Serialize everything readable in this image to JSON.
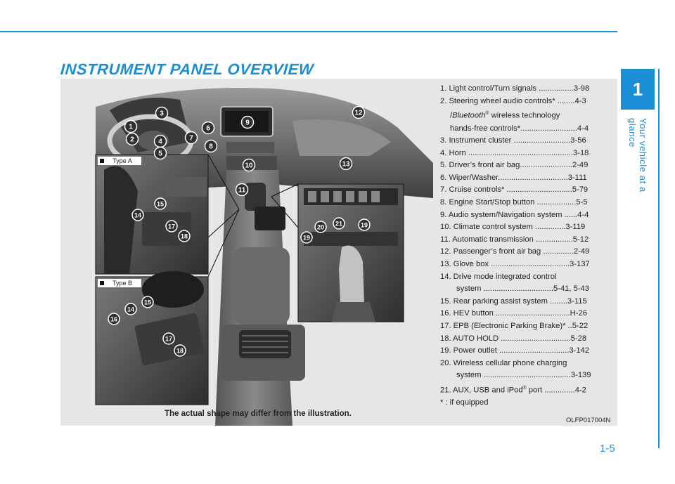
{
  "header": {
    "title": "INSTRUMENT PANEL OVERVIEW"
  },
  "sidebar": {
    "chapter_number": "1",
    "chapter_title": "Your vehicle at a glance"
  },
  "illustration": {
    "callouts": [
      "1",
      "2",
      "3",
      "4",
      "5",
      "6",
      "7",
      "8",
      "9",
      "10",
      "11",
      "12",
      "13"
    ],
    "inset_a": {
      "label": "Type A",
      "callouts": [
        "14",
        "15",
        "17",
        "18"
      ]
    },
    "inset_b": {
      "label": "Type B",
      "callouts": [
        "14",
        "15",
        "16",
        "17",
        "18"
      ]
    },
    "inset_c": {
      "callouts": [
        "19",
        "20",
        "21",
        "19"
      ]
    },
    "caption": "The actual shape may differ from the illustration.",
    "code": "OLFP017004N"
  },
  "legend": {
    "i1": "1. Light control/Turn signals ................3-98",
    "i2": "2. Steering wheel audio controls* ........4-3",
    "i2_slash": "/",
    "i2_bt": "Bluetooth",
    "i2_reg": "®",
    "i2_rest": " wireless technology",
    "i2_line3": "hands-free controls*..........................4-4",
    "i3": "3. Instrument cluster ..........................3-56",
    "i4": "4. Horn ................................................3-18",
    "i5": "5. Driver’s front air bag........................2-49",
    "i6": "6. Wiper/Washer................................3-111",
    "i7": "7. Cruise controls* ..............................5-79",
    "i8": "8. Engine Start/Stop button ..................5-5",
    "i9": "9. Audio system/Navigation system ......4-4",
    "i10": "10. Climate control system ..............3-119",
    "i11": "11. Automatic transmission .................5-12",
    "i12": "12. Passenger’s front air bag ..............2-49",
    "i13": "13. Glove box ....................................3-137",
    "i14a": "14. Drive mode integrated control",
    "i14b": "system ................................5-41, 5-43",
    "i15": "15. Rear parking assist system ........3-115",
    "i16": "16. HEV button ..................................H-26",
    "i17": "17. EPB (Electronic Parking Brake)* ..5-22",
    "i18": "18. AUTO HOLD ................................5-28",
    "i19": "19. Power outlet ................................3-142",
    "i20a": "20. Wireless cellular phone charging",
    "i20b": "system ........................................3-139",
    "i21_pre": "21. AUX, USB and iPod",
    "i21_reg": "®",
    "i21_post": " port ..............4-2",
    "note": "* : if equipped"
  },
  "footer": {
    "page_number": "1-5"
  },
  "colors": {
    "accent": "#1a8fd6",
    "panel_bg": "#e6e6e6",
    "callout_fill": "#2f2f2f"
  }
}
